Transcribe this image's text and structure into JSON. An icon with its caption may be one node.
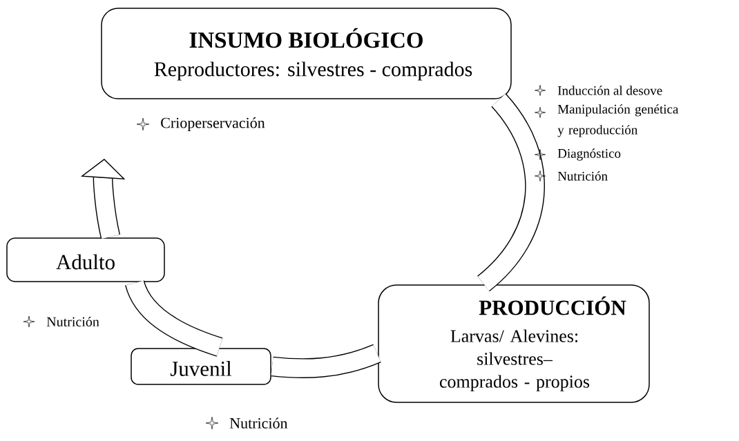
{
  "diagram": {
    "nodes": [
      {
        "text": [
          "INSUMO BIOLÓGICO",
          "Reproductores: silvestres  - comprados"
        ]
      },
      {
        "text": [
          "PRODUCCIÓN",
          "Larvas/ Alevines: silvestres– comprados - propios"
        ]
      },
      {
        "text": [
          "Juvenil"
        ]
      },
      {
        "text": [
          "Adulto"
        ]
      }
    ],
    "edges": [
      {
        "from": 0,
        "to": 1,
        "arrow": "none"
      },
      {
        "from": 1,
        "to": 2,
        "arrow": "none"
      },
      {
        "from": 2,
        "to": 3,
        "arrow": "none"
      },
      {
        "from": 3,
        "to": null,
        "arrow": "to"
      }
    ],
    "labels": [
      "Crioperservación",
      "Inducción al desove",
      "Manipulación genética y reproducción",
      "Diagnóstico",
      "Nutrición",
      "Nutrición",
      "Nutrición"
    ]
  }
}
